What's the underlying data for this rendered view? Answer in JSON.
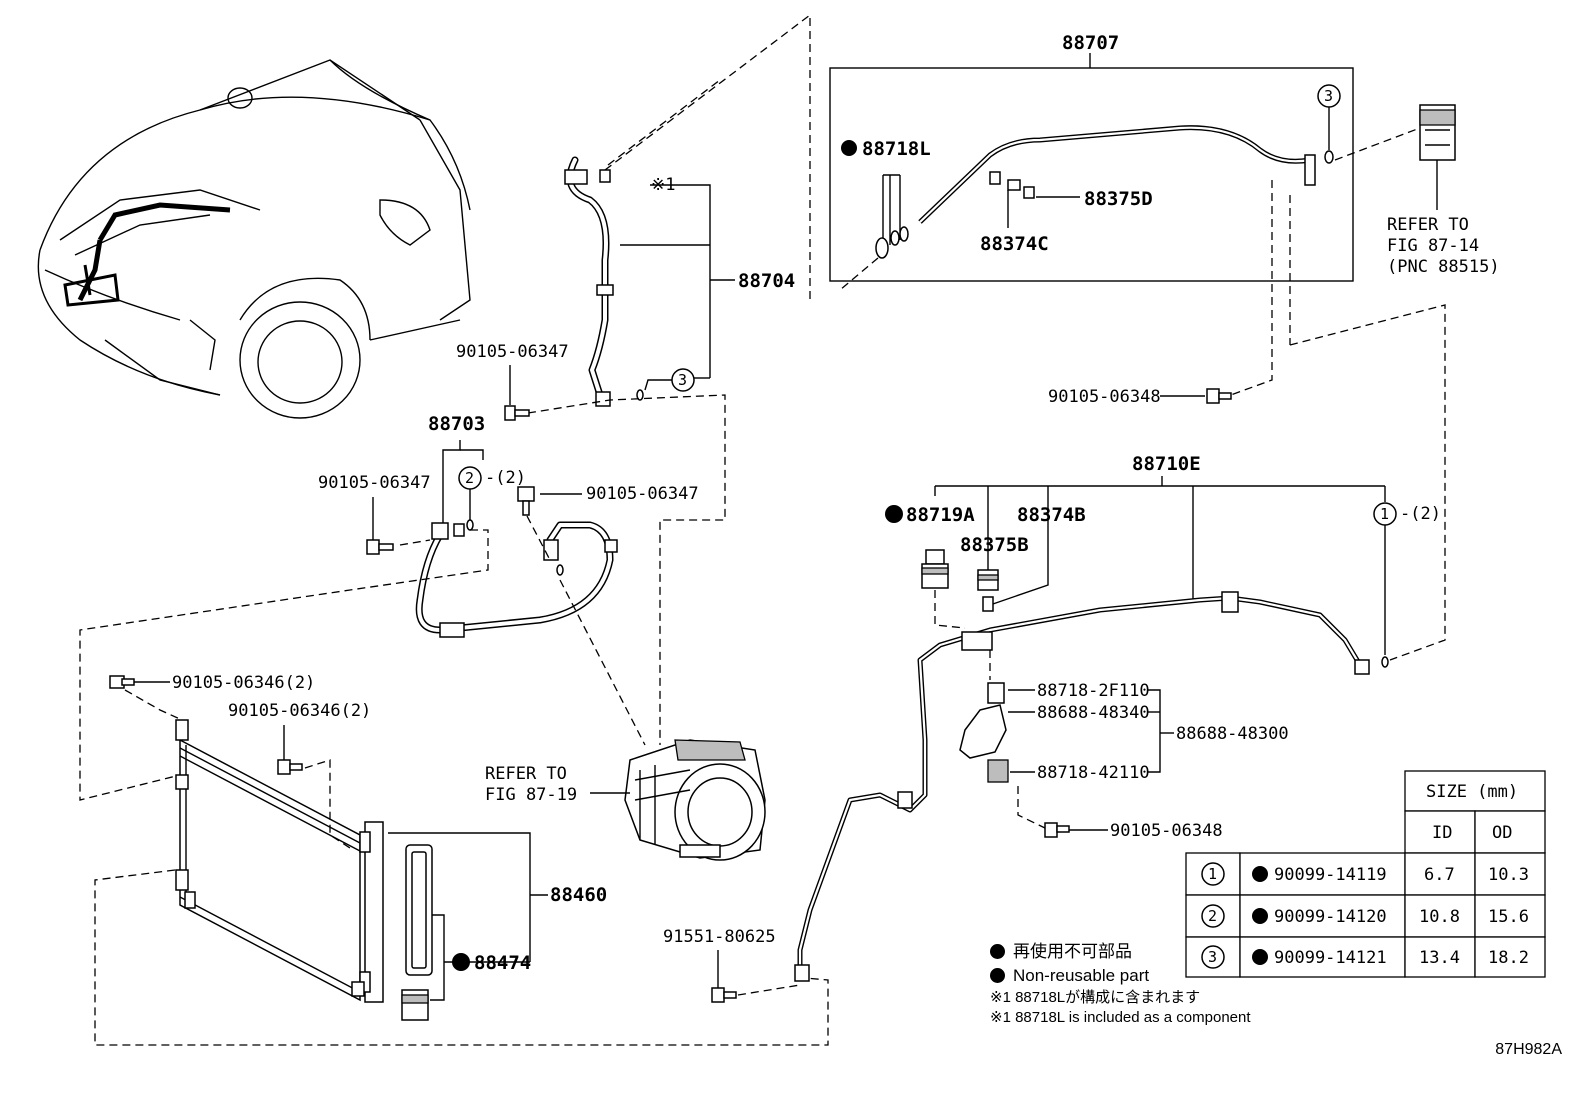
{
  "diagram_id": "87H982A",
  "callouts": {
    "p88707": "88707",
    "p88718L": "88718L",
    "p88375D": "88375D",
    "p88374C": "88374C",
    "refer_87_14_a": "REFER TO",
    "refer_87_14_b": "FIG 87-14",
    "refer_87_14_c": "(PNC 88515)",
    "note1_mark": "※1",
    "p88704": "88704",
    "b90105_06347_top": "90105-06347",
    "p88703": "88703",
    "b90105_06347_left": "90105-06347",
    "b90105_06347_mid": "90105-06347",
    "qty2_a": "-(2)",
    "b90105_06348_top": "90105-06348",
    "p88710E": "88710E",
    "p88719A": "88719A",
    "p88374B": "88374B",
    "p88375B": "88375B",
    "qty2_b": "-(2)",
    "b90105_06346_a": "90105-06346(2)",
    "b90105_06346_b": "90105-06346(2)",
    "p88718_2F110": "88718-2F110",
    "p88688_48340": "88688-48340",
    "p88688_48300": "88688-48300",
    "p88718_42110": "88718-42110",
    "refer_87_19_a": "REFER TO",
    "refer_87_19_b": "FIG 87-19",
    "b90105_06348_bottom": "90105-06348",
    "p88460": "88460",
    "p88474": "88474",
    "b91551_80625": "91551-80625",
    "ring1": "1",
    "ring2": "2",
    "ring3": "3"
  },
  "size_table": {
    "title": "SIZE (mm)",
    "col_id": "ID",
    "col_od": "OD",
    "rows": [
      {
        "ref": "1",
        "part": "90099-14119",
        "id": "6.7",
        "od": "10.3"
      },
      {
        "ref": "2",
        "part": "90099-14120",
        "id": "10.8",
        "od": "15.6"
      },
      {
        "ref": "3",
        "part": "90099-14121",
        "id": "13.4",
        "od": "18.2"
      }
    ]
  },
  "legend": {
    "jp": "再使用不可部品",
    "en": "Non-reusable part",
    "note_jp": "※1 88718Lが構成に含まれます",
    "note_en": "※1 88718L is included as a component"
  }
}
